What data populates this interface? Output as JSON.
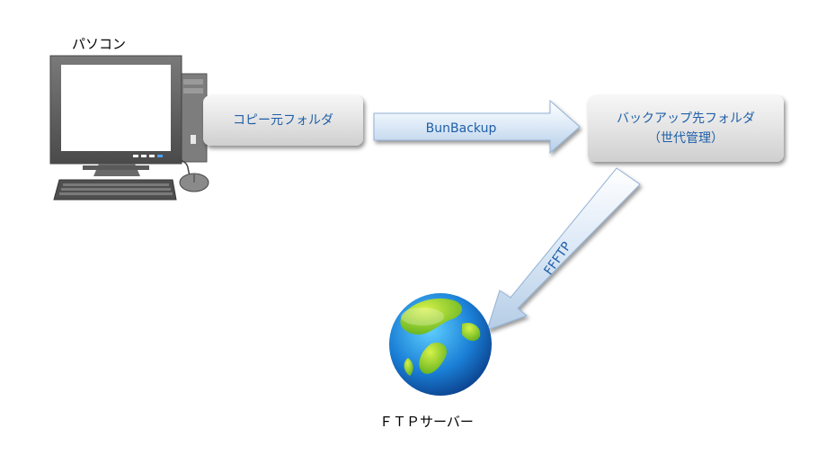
{
  "pc": {
    "label": "パソコン"
  },
  "source_box": {
    "label": "コピー元フォルダ"
  },
  "dest_box": {
    "label": "バックアップ先フォルダ\n（世代管理）"
  },
  "arrow_main": {
    "label": "BunBackup"
  },
  "arrow_ftp": {
    "label": "FFFTP"
  },
  "server": {
    "label": "ＦＴＰサーバー"
  },
  "colors": {
    "arrow_fill": "#cfe0f2",
    "arrow_text": "#1f5fa8",
    "box_text": "#1f5fa8"
  }
}
